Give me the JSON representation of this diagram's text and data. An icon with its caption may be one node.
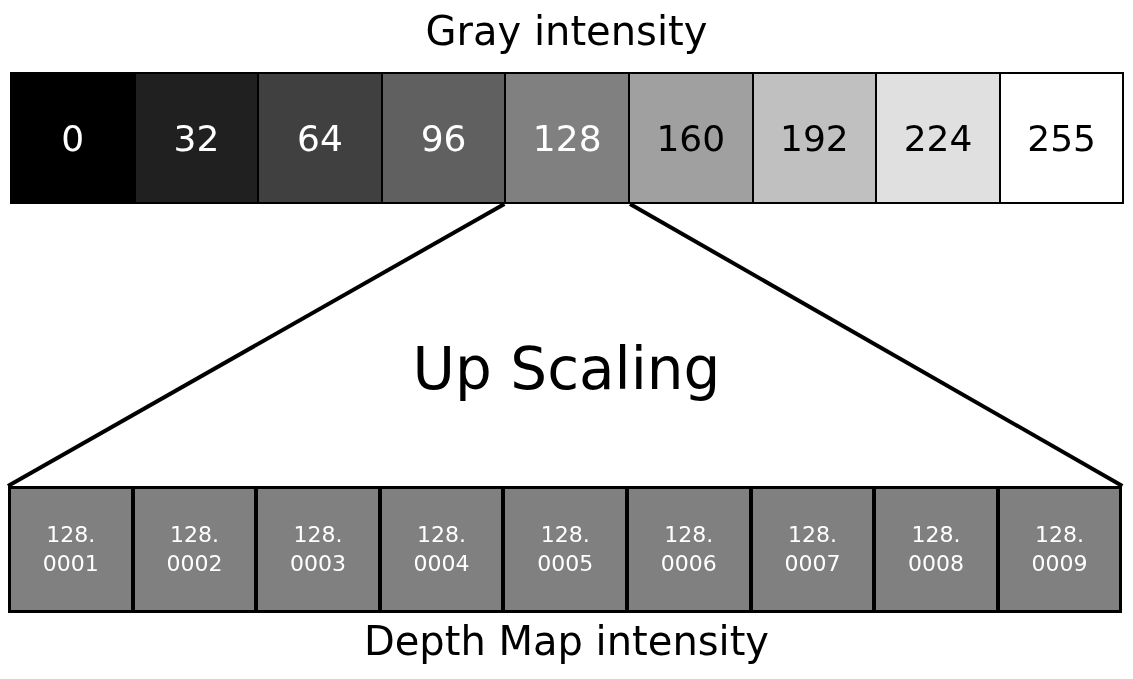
{
  "diagram": {
    "nodes": [
      {
        "text": [
          "0"
        ]
      },
      {
        "text": [
          "32"
        ]
      },
      {
        "text": [
          "64"
        ]
      },
      {
        "text": [
          "96"
        ]
      },
      {
        "text": [
          "128"
        ]
      },
      {
        "text": [
          "160"
        ]
      },
      {
        "text": [
          "192"
        ]
      },
      {
        "text": [
          "224"
        ]
      },
      {
        "text": [
          "255"
        ]
      },
      {
        "text": [
          "128. 0001"
        ]
      },
      {
        "text": [
          "128. 0002"
        ]
      },
      {
        "text": [
          "128. 0003"
        ]
      },
      {
        "text": [
          "128. 0004"
        ]
      },
      {
        "text": [
          "128. 0005"
        ]
      },
      {
        "text": [
          "128. 0006"
        ]
      },
      {
        "text": [
          "128. 0007"
        ]
      },
      {
        "text": [
          "128. 0008"
        ]
      },
      {
        "text": [
          "128. 0009"
        ]
      }
    ],
    "edges": [
      {
        "from": 4,
        "to": 9,
        "arrow": "none"
      },
      {
        "from": 4,
        "to": 17,
        "arrow": "none"
      }
    ],
    "labels": [
      "Gray intensity",
      "Up Scaling",
      "Depth Map intensity"
    ]
  }
}
